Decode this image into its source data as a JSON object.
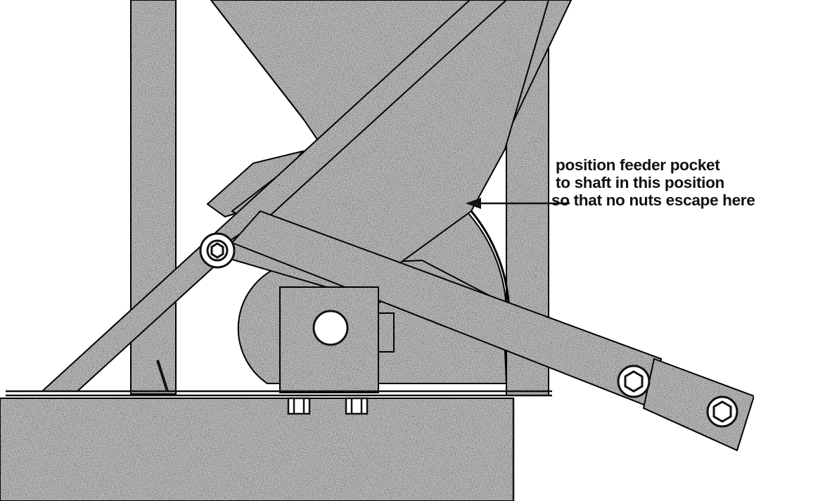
{
  "annotation": {
    "lines": [
      "position feeder pocket",
      "to shaft in this position",
      "so that  no nuts escape here"
    ]
  },
  "colors": {
    "ink": "#111111",
    "part_fill": "#d2d2d2",
    "background": "#ffffff"
  }
}
